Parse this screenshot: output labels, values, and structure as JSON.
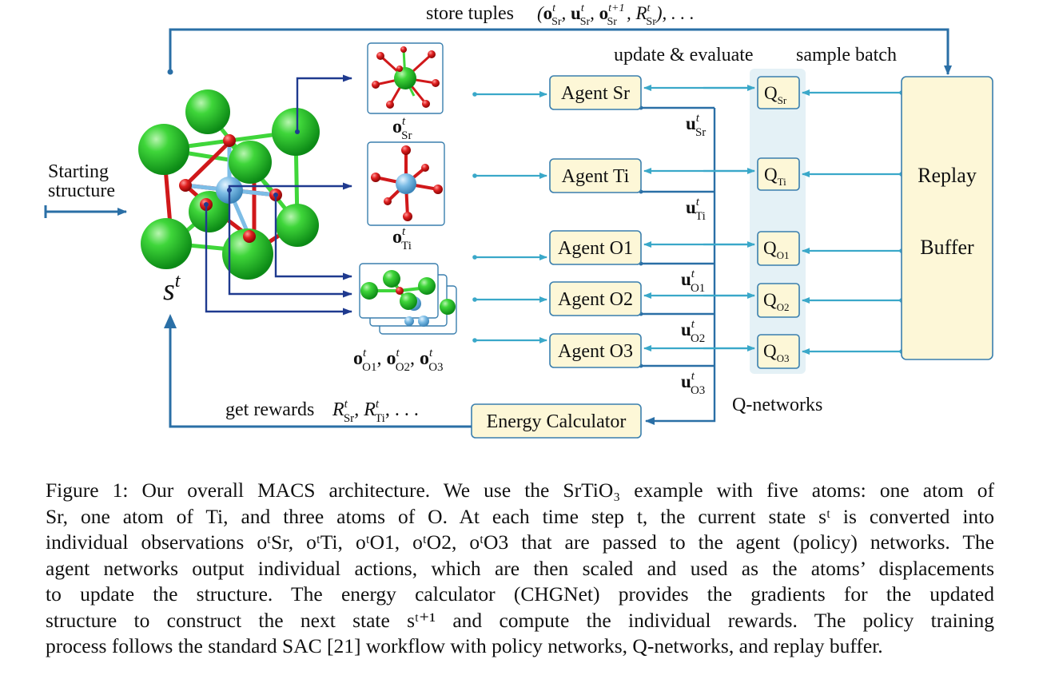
{
  "diagram": {
    "store_label": "store tuples",
    "store_math": "(oᵗSr, uᵗSr, oᵗ⁺¹Sr, RᵗSr), . . .",
    "update_evaluate": "update & evaluate",
    "sample_batch": "sample batch",
    "starting_structure_line1": "Starting",
    "starting_structure_line2": "structure",
    "state_symbol": "s",
    "state_sup": "t",
    "agents": [
      "Agent Sr",
      "Agent Ti",
      "Agent O1",
      "Agent O2",
      "Agent O3"
    ],
    "q_networks": [
      {
        "q": "Q",
        "sub": "Sr"
      },
      {
        "q": "Q",
        "sub": "Ti"
      },
      {
        "q": "Q",
        "sub": "O1"
      },
      {
        "q": "Q",
        "sub": "O2"
      },
      {
        "q": "Q",
        "sub": "O3"
      }
    ],
    "actions": [
      {
        "u": "u",
        "sup": "t",
        "sub": "Sr"
      },
      {
        "u": "u",
        "sup": "t",
        "sub": "Ti"
      },
      {
        "u": "u",
        "sup": "t",
        "sub": "O1"
      },
      {
        "u": "u",
        "sup": "t",
        "sub": "O2"
      },
      {
        "u": "u",
        "sup": "t",
        "sub": "O3"
      }
    ],
    "observations": [
      {
        "o": "o",
        "sup": "t",
        "sub": "Sr"
      },
      {
        "o": "o",
        "sup": "t",
        "sub": "Ti"
      },
      {
        "o": "o",
        "sup": "t",
        "sub": "O1, oᵗO2, oᵗO3"
      }
    ],
    "obs_o_labels": [
      "O1",
      "O2",
      "O3"
    ],
    "replay_line1": "Replay",
    "replay_line2": "Buffer",
    "q_networks_label": "Q-networks",
    "energy_calculator": "Energy Calculator",
    "get_rewards_label": "get rewards",
    "get_rewards_math": "RᵗSr, RᵗTi, . . ."
  },
  "caption": {
    "line1": "Figure 1: Our overall MACS architecture. We use the SrTiO₃ example with five atoms: one atom of",
    "line2": "Sr, one atom of Ti, and three atoms of O. At each time step t, the current state sᵗ is converted into",
    "line3": "individual observations oᵗSr, oᵗTi, oᵗO1, oᵗO2, oᵗO3 that are passed to the agent (policy) networks. The",
    "line4": "agent networks output individual actions, which are then scaled and used as the atoms’ displacements",
    "line5": "to update the structure. The energy calculator (CHGNet) provides the gradients for the updated",
    "line6": "structure to construct the next state sᵗ⁺¹ and compute the individual rewards. The policy training",
    "line7": "process follows the standard SAC [21] workflow with policy networks, Q-networks, and replay buffer."
  },
  "colors": {
    "arrow_light": "#3aa8c9",
    "arrow_dark": "#2a6fa6",
    "arrow_navy": "#1f3a8f",
    "box_fill": "#fdf7d7",
    "box_stroke": "#3a7fae",
    "sr_atom": "#22b82a",
    "ti_atom": "#6fb4e0",
    "o_atom": "#d0181a",
    "qnet_bg": "#e4f1f6"
  }
}
